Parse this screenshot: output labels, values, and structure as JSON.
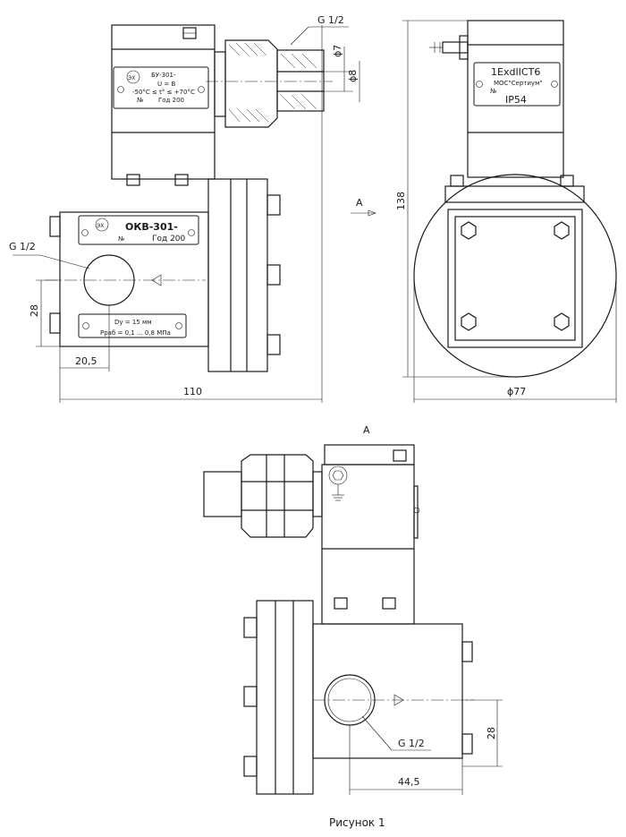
{
  "views": {
    "front": {
      "plate_top": {
        "model": "БУ-301-",
        "voltage": "U =       B",
        "temp": "-50°C ≤ t° ≤ +70°C",
        "serial": "№",
        "year": "Год 200"
      },
      "plate_main": {
        "model": "ОКВ-301-",
        "serial": "№",
        "year": "Год 200"
      },
      "plate_params": {
        "diameter": "Dy = 15 мм",
        "pressure": "Pраб = 0,1 ... 0,8 МПа"
      },
      "thread_top": "G 1/2",
      "thread_side": "G 1/2",
      "dim_phi7": "ϕ7",
      "dim_phi8": "ϕ8",
      "dim_28": "28",
      "dim_20_5": "20,5",
      "dim_110": "110"
    },
    "side": {
      "plate": {
        "ex_mark": "1ExdIICT6",
        "cert": "МОС\"Сертиум\"",
        "serial": "№",
        "ip": "IP54"
      },
      "arrow_label": "A",
      "dim_138": "138",
      "dim_phi77": "ϕ77"
    },
    "bottom": {
      "view_label": "А",
      "thread": "G 1/2",
      "dim_28": "28",
      "dim_44_5": "44,5"
    }
  },
  "caption": "Рисунок 1"
}
